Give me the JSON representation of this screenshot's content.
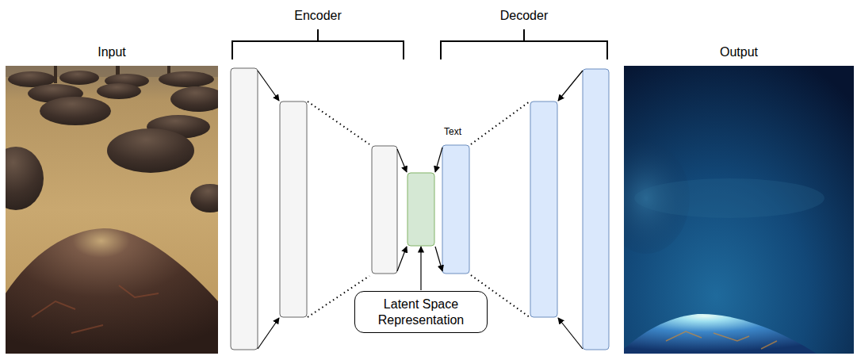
{
  "diagram": {
    "nodes": [
      {
        "text": [
          "Latent Space Representation"
        ]
      }
    ],
    "labels": [
      "Input",
      "Encoder",
      "Decoder",
      "Output",
      "Text"
    ]
  }
}
